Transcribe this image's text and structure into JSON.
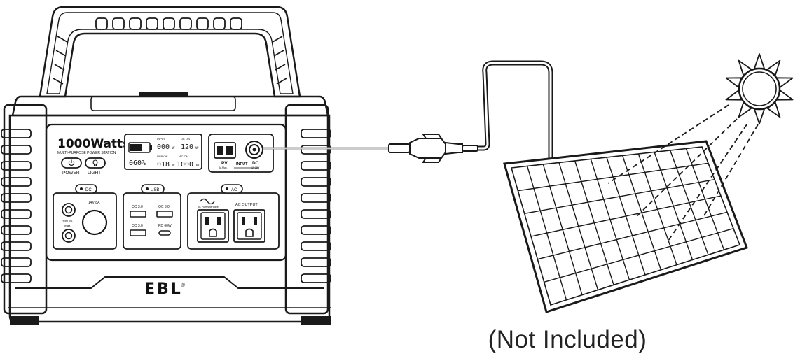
{
  "station": {
    "model": "1000Watts",
    "subtitle": "MULTI-PURPOSE POWER STATION",
    "brand": "EBL",
    "brand_mark": "®",
    "buttons": {
      "power": "POWER",
      "light": "LIGHT"
    },
    "display": {
      "battery_pct": "060%",
      "input_label": "INPUT",
      "input_value": "000",
      "dc_on_label": "DC ON",
      "dc_on_value": "120",
      "usb_on_label": "USB ON",
      "usb_on_value": "018",
      "ac_on_label": "AC ON",
      "ac_on_value": "1000",
      "unit": "w"
    },
    "input_panel": {
      "pv": "PV",
      "pv_spec": "8A Max.",
      "input": "INPUT",
      "dc": "DC",
      "dc_spec": "12~28V"
    },
    "dc_panel": {
      "tag": "DC",
      "cig_spec": "14V 8A",
      "port_spec_1": "14V 8A",
      "port_spec_2": "Max."
    },
    "usb_panel": {
      "tag": "USB",
      "port1": "QC 3.0",
      "port2": "QC 3.0",
      "port3": "QC 3.0",
      "port4": "PD 60W"
    },
    "ac_panel": {
      "tag": "AC",
      "wave_label": "AC Pure sine wave",
      "output_label": "AC OUTPUT"
    }
  },
  "caption": "(Not Included)",
  "colors": {
    "line": "#1a1a1a",
    "cable_gray": "#9a9a9a",
    "display_bg": "#ffffff",
    "panel_stroke": "#222222"
  },
  "icons": [
    "power-icon",
    "bulb-icon",
    "sun-icon",
    "solar-panel",
    "mc4-connector-icon",
    "sine-wave-icon"
  ]
}
